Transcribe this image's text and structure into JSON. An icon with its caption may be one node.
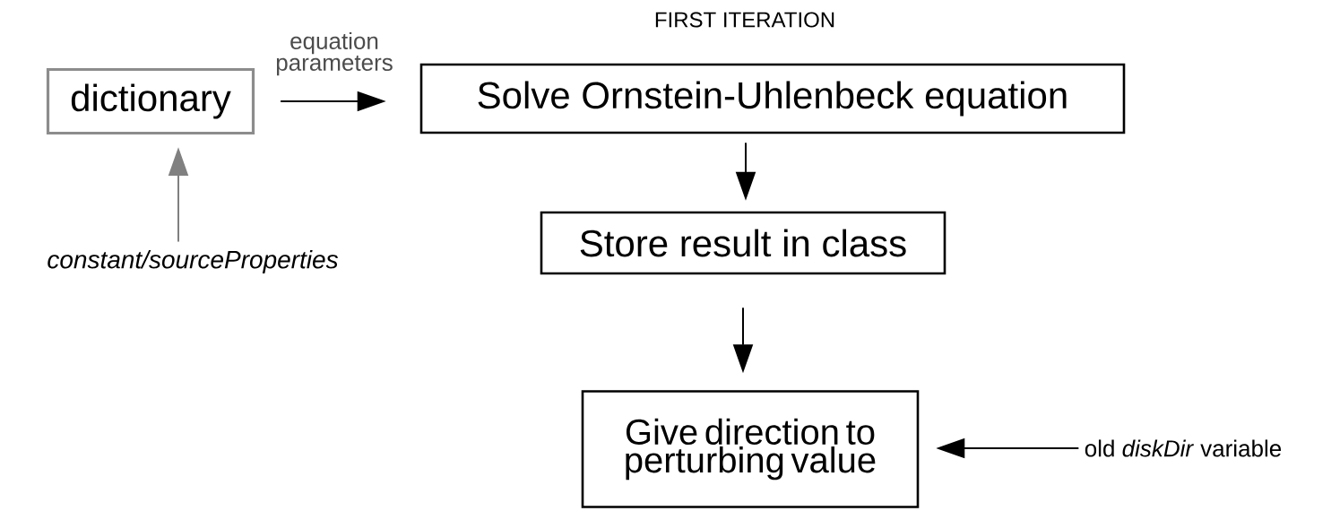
{
  "diagram": {
    "title": "FIRST ITERATION",
    "nodes": [
      {
        "text": [
          "dictionary"
        ]
      },
      {
        "text": [
          "Solve Ornstein-Uhlenbeck equation"
        ]
      },
      {
        "text": [
          "Store result in class"
        ]
      },
      {
        "text": [
          "Give direction to perturbing value"
        ]
      },
      {
        "text": [
          "constant/sourceProperties"
        ]
      },
      {
        "text": [
          "old *diskDir* variable"
        ]
      }
    ],
    "edges": [
      {
        "from": 4,
        "to": 0,
        "arrow": "to",
        "color": "#808080"
      },
      {
        "from": 0,
        "to": 1,
        "arrow": "to",
        "label": "equation parameters"
      },
      {
        "from": 1,
        "to": 2,
        "arrow": "to"
      },
      {
        "from": 2,
        "to": 3,
        "arrow": "to"
      },
      {
        "from": 5,
        "to": 3,
        "arrow": "to"
      }
    ]
  }
}
